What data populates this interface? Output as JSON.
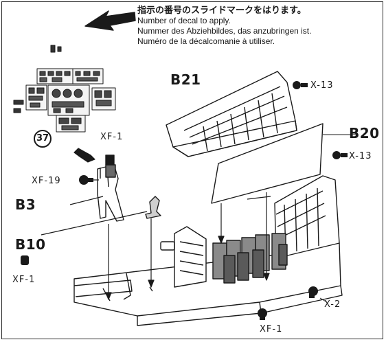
{
  "instruction": {
    "japanese": "指示の番号のスライドマークをはります。",
    "english": "Number of decal to apply.",
    "german": "Nummer des Abziehbildes, das anzubringen ist.",
    "french": "Numéro de la décalcomanie à utiliser."
  },
  "decal_number": "37",
  "parts": {
    "b21": "B21",
    "b20": "B20",
    "b3": "B3",
    "b10": "B10"
  },
  "paints": {
    "x13_top": "X-13",
    "x13_right": "X-13",
    "xf1_top": "XF-1",
    "xf19": "XF-19",
    "xf1_left": "XF-1",
    "x2": "X-2",
    "xf1_bottom": "XF-1"
  }
}
